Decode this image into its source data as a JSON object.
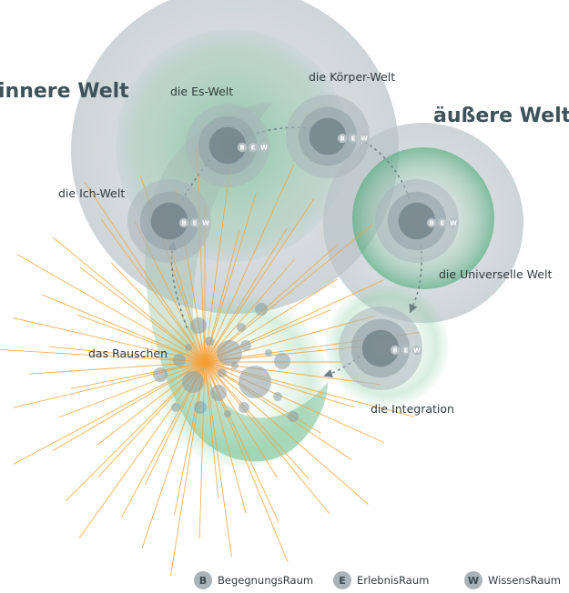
{
  "titles": {
    "inner": "innere Welt",
    "outer": "äußere Welt"
  },
  "nodes": [
    {
      "id": "es",
      "label": "die Es-Welt"
    },
    {
      "id": "koerper",
      "label": "die Körper-Welt"
    },
    {
      "id": "ich",
      "label": "die Ich-Welt"
    },
    {
      "id": "universelle",
      "label": "die Universelle Welt"
    },
    {
      "id": "rauschen",
      "label": "das Rauschen"
    },
    {
      "id": "integration",
      "label": "die Integration"
    }
  ],
  "bew_letters": [
    "B",
    "E",
    "W"
  ],
  "legend": [
    {
      "letter": "B",
      "label": "BegegnungsRaum"
    },
    {
      "letter": "E",
      "label": "ErlebnisRaum"
    },
    {
      "letter": "W",
      "label": "WissensRaum"
    }
  ],
  "colors": {
    "green": "#3aa56a",
    "grey": "#8d9ca3",
    "core": "#6e7f86",
    "burst": "#f2a33a",
    "title": "#3f5259"
  }
}
